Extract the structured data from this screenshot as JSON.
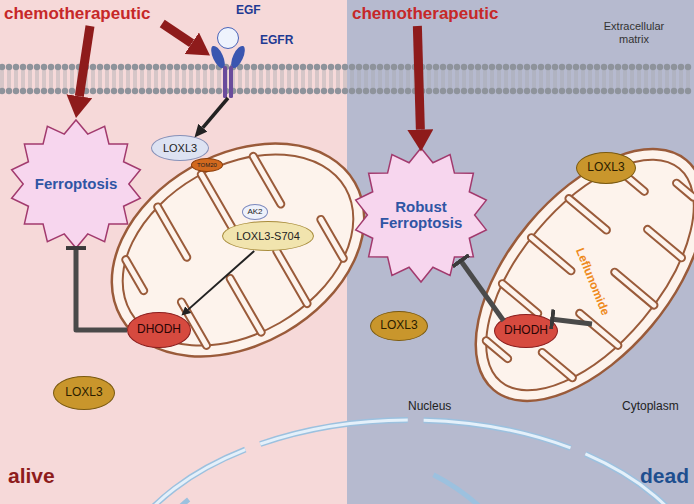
{
  "diagram": {
    "nodes": [
      {
        "text": [
          "chemotherapeutic"
        ]
      },
      {
        "text": [
          "EGF"
        ]
      },
      {
        "text": [
          "EGFR"
        ]
      },
      {
        "text": [
          "chemotherapeutic"
        ]
      },
      {
        "text": [
          "Ferroptosis"
        ]
      },
      {
        "text": [
          "LOXL3"
        ]
      },
      {
        "text": [
          "TOM20"
        ]
      },
      {
        "text": [
          "AK2"
        ]
      },
      {
        "text": [
          "LOXL3-S704"
        ]
      },
      {
        "text": [
          "LOXL3"
        ]
      },
      {
        "text": [
          "Robust Ferroptosis"
        ]
      },
      {
        "text": [
          "Leflunomide"
        ]
      },
      {
        "text": [
          "DHODH"
        ]
      },
      {
        "text": [
          "DHODH"
        ]
      },
      {
        "text": [
          "LOXL3"
        ]
      },
      {
        "text": [
          "LOXL3"
        ]
      }
    ],
    "edges": [
      {
        "from": 0,
        "to": 4,
        "arrow": "to"
      },
      {
        "from": 0,
        "to": 2,
        "arrow": "to"
      },
      {
        "from": 2,
        "to": 5,
        "arrow": "to"
      },
      {
        "from": 8,
        "to": 12,
        "arrow": "to"
      },
      {
        "from": 12,
        "to": 4,
        "arrow": "to"
      },
      {
        "from": 3,
        "to": 10,
        "arrow": "to"
      },
      {
        "from": 13,
        "to": 10,
        "arrow": "to"
      },
      {
        "from": 11,
        "to": 13,
        "arrow": "to"
      }
    ],
    "labels": [
      "Extracellular matrix",
      "Nucleus",
      "Cytoplasm",
      "alive",
      "dead"
    ]
  }
}
